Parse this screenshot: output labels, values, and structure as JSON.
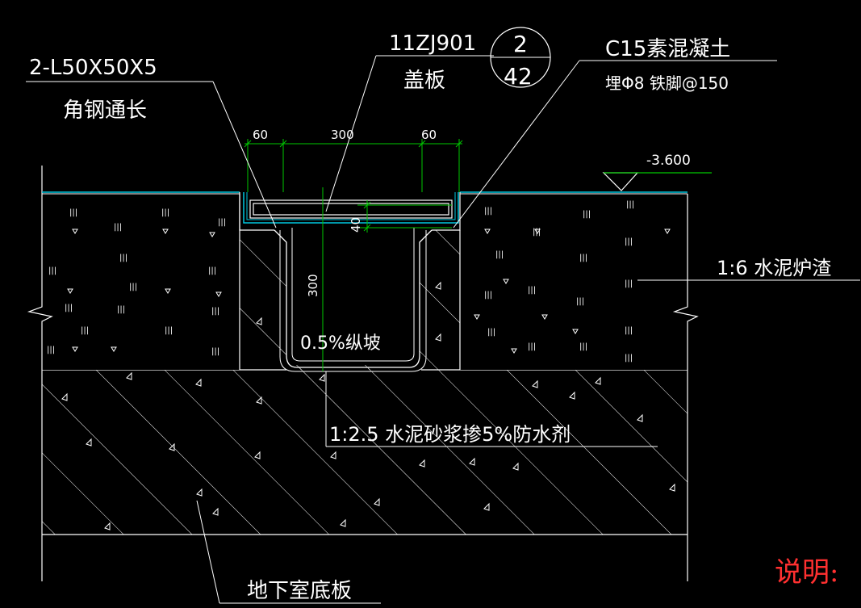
{
  "labels": {
    "angle_steel": "2-L50X50X5",
    "angle_steel_note": "角钢通长",
    "standard_ref": "11ZJ901",
    "cover_plate": "盖板",
    "ref_num_top": "2",
    "ref_num_bottom": "42",
    "concrete": "C15素混凝土",
    "concrete_note": "埋Φ8 铁脚@150",
    "elevation": "-3.600",
    "slag_fill": "1:6 水泥炉渣",
    "slope": "0.5%纵坡",
    "mortar": "1:2.5 水泥砂浆掺5%防水剂",
    "base_slab": "地下室底板",
    "explanation": "说明:"
  },
  "dimensions": {
    "left_width": "60",
    "center_width": "300",
    "right_width": "60",
    "depth": "300",
    "plate_thickness": "40"
  },
  "colors": {
    "background": "#000000",
    "lines": "#ffffff",
    "dimension": "#00c800",
    "surface": "#00c8e0",
    "note": "#ff3030"
  }
}
